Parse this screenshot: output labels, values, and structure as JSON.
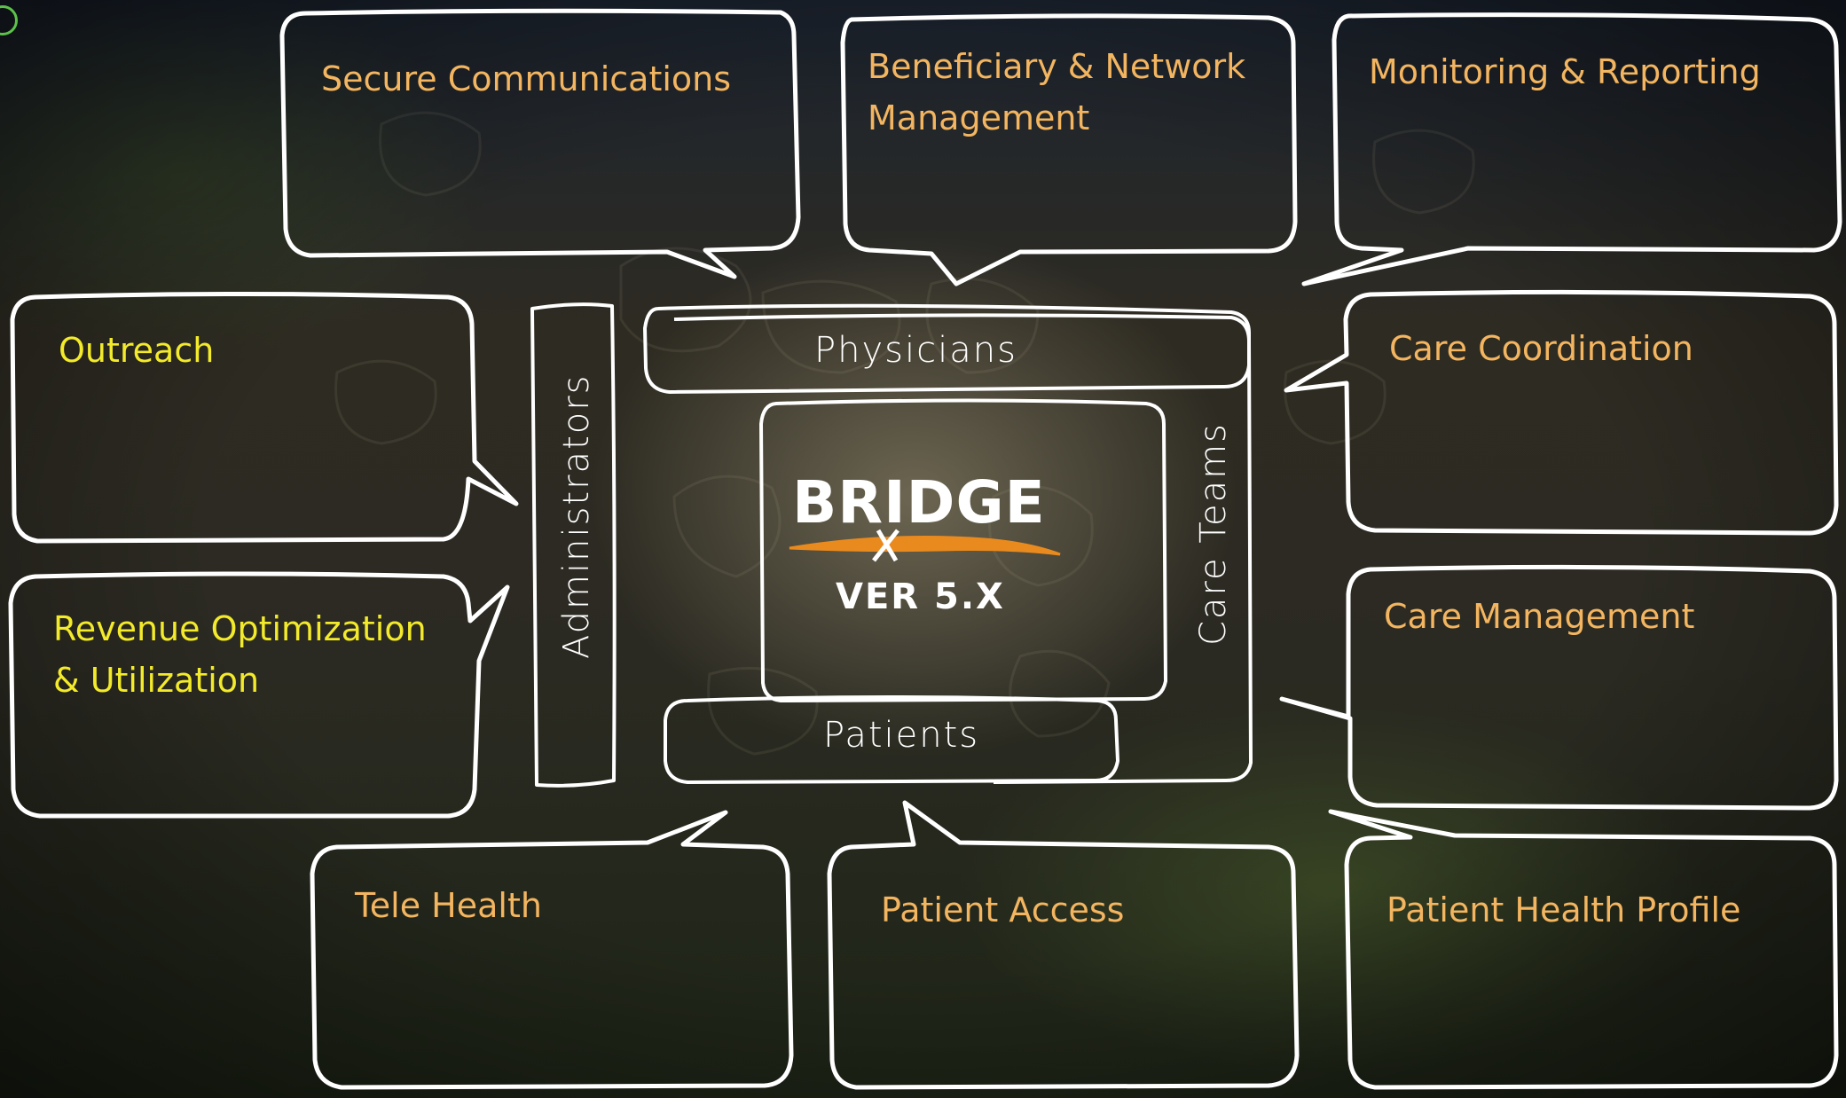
{
  "center": {
    "logo": "BRIDGE",
    "version": "VER 5.X"
  },
  "roles": {
    "top": "Physicians",
    "bottom": "Patients",
    "left": "Administrators",
    "right": "Care Teams"
  },
  "modules": {
    "secure_communications": "Secure Communications",
    "beneficiary_network": "Beneficiary & Network\nManagement",
    "monitoring_reporting": "Monitoring & Reporting",
    "outreach": "Outreach",
    "care_coordination": "Care Coordination",
    "revenue_optimization": "Revenue Optimization\n& Utilization",
    "care_management": "Care Management",
    "tele_health": "Tele Health",
    "patient_access": "Patient Access",
    "patient_health_profile": "Patient Health Profile"
  },
  "colors": {
    "module_text": "#f3b560",
    "highlight_text": "#f2ea2a",
    "outline": "#ffffff",
    "logo_swoosh": "#e98a1e"
  }
}
